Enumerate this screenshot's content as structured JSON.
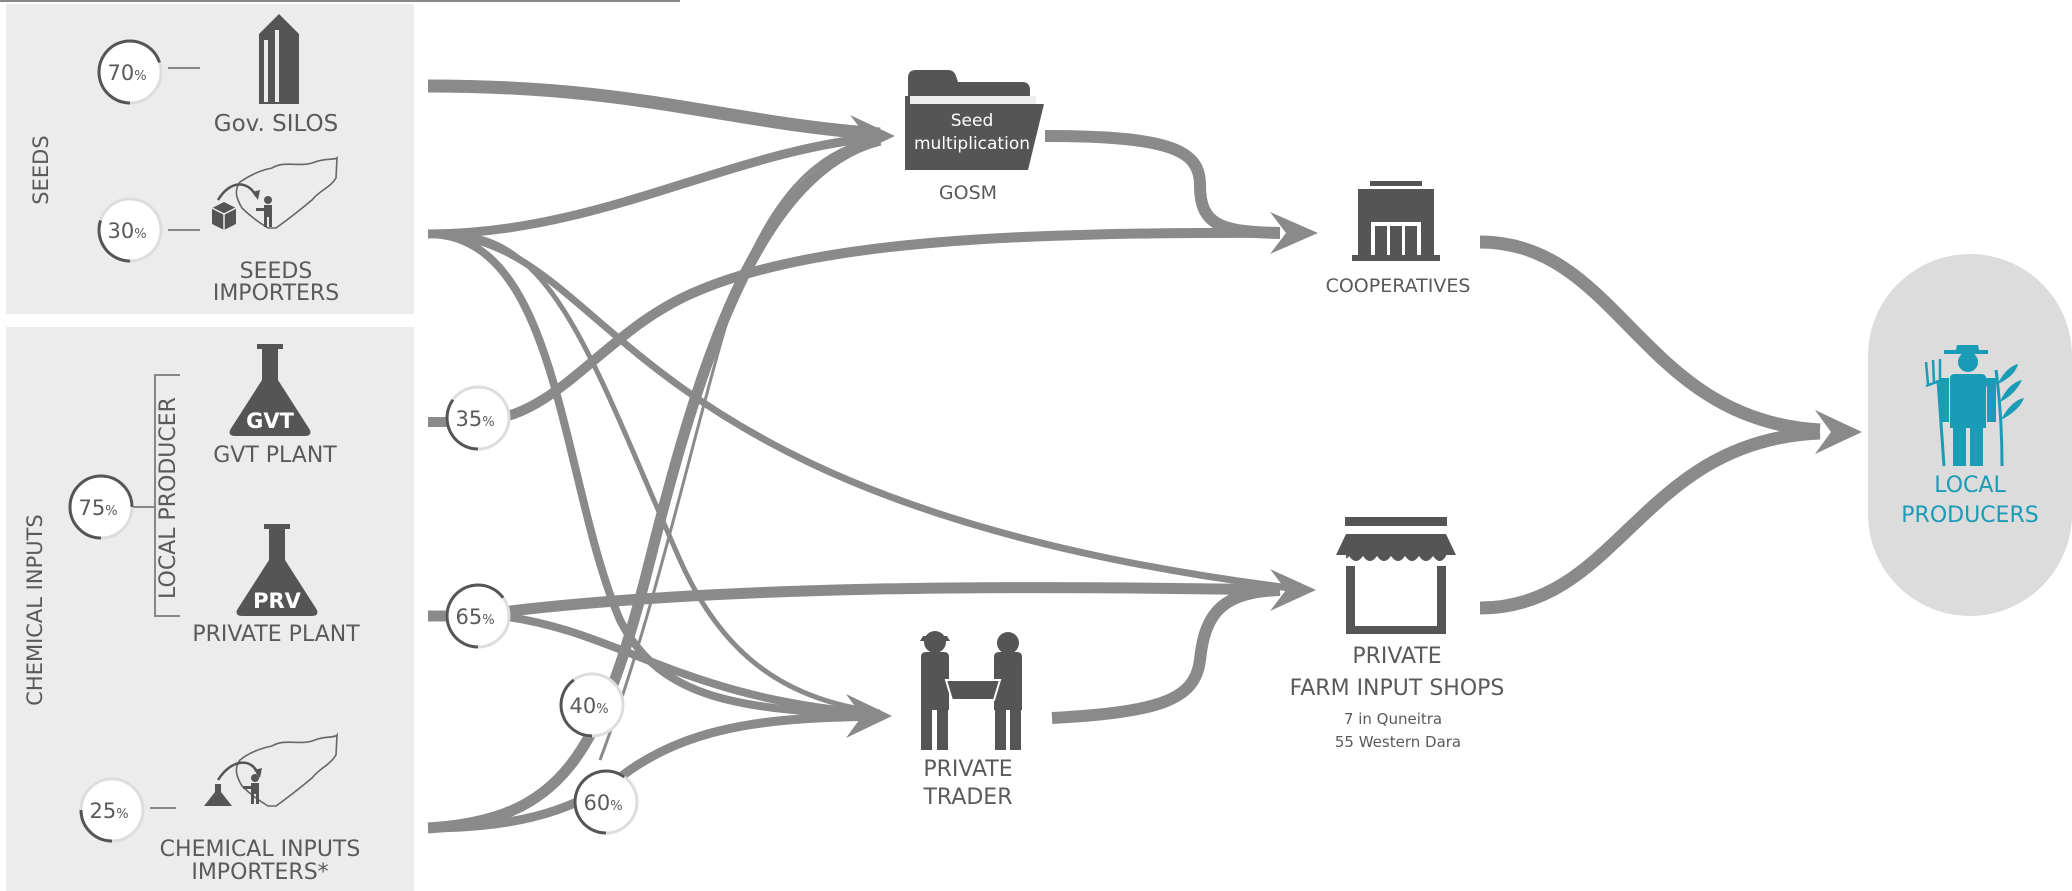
{
  "colors": {
    "panel": "#ececec",
    "flow": "#8a8a8a",
    "icon": "#555555",
    "text": "#5a5a5a",
    "accent": "#1a9bb6",
    "producer_bg": "#dcdcdc",
    "badge_bg": "#ffffff",
    "badge_ring": "#dddddd"
  },
  "categories": {
    "seeds": "SEEDS",
    "chemical_inputs": "CHEMICAL INPUTS",
    "local_producer": "LOCAL PRODUCER"
  },
  "sources": {
    "gov_silos": {
      "label": "Gov. SILOS",
      "share_value": "70",
      "share_unit": "%",
      "share": 0.7,
      "icon": "silo-icon"
    },
    "seeds_importers": {
      "label_line1": "SEEDS",
      "label_line2": "IMPORTERS",
      "share_value": "30",
      "share_unit": "%",
      "share": 0.3,
      "icon": "import-map-icon"
    },
    "local_producer_share": {
      "share_value": "75",
      "share_unit": "%",
      "share": 0.75
    },
    "gvt_plant": {
      "label": "GVT PLANT",
      "flask_text": "GVT",
      "icon": "flask-icon"
    },
    "private_plant": {
      "label": "PRIVATE PLANT",
      "flask_text": "PRV",
      "icon": "flask-icon"
    },
    "chemical_importers": {
      "label_line1": "CHEMICAL INPUTS",
      "label_line2": "IMPORTERS*",
      "share_value": "25",
      "share_unit": "%",
      "share": 0.25,
      "icon": "import-map-icon"
    }
  },
  "splits": {
    "gvt_to_cooperatives": {
      "value": "35",
      "unit": "%",
      "share": 0.35
    },
    "prv_split": {
      "value": "65",
      "unit": "%",
      "share": 0.65
    },
    "importers_to_gosm": {
      "value": "40",
      "unit": "%",
      "share": 0.4
    },
    "importers_to_trader": {
      "value": "60",
      "unit": "%",
      "share": 0.6
    }
  },
  "nodes": {
    "gosm": {
      "folder_line1": "Seed",
      "folder_line2": "multiplication",
      "label": "GOSM",
      "icon": "folder-icon"
    },
    "cooperatives": {
      "label": "COOPERATIVES",
      "icon": "building-icon"
    },
    "private_trader": {
      "label_line1": "PRIVATE",
      "label_line2": "TRADER",
      "icon": "trader-icon"
    },
    "farm_shops": {
      "label_line1": "PRIVATE",
      "label_line2": "FARM INPUT SHOPS",
      "note_line1": "7 in Quneitra",
      "note_line2": "55 Western Dara",
      "icon": "shop-icon"
    },
    "local_producers": {
      "label_line1": "LOCAL",
      "label_line2": "PRODUCERS",
      "icon": "farmer-icon"
    }
  }
}
